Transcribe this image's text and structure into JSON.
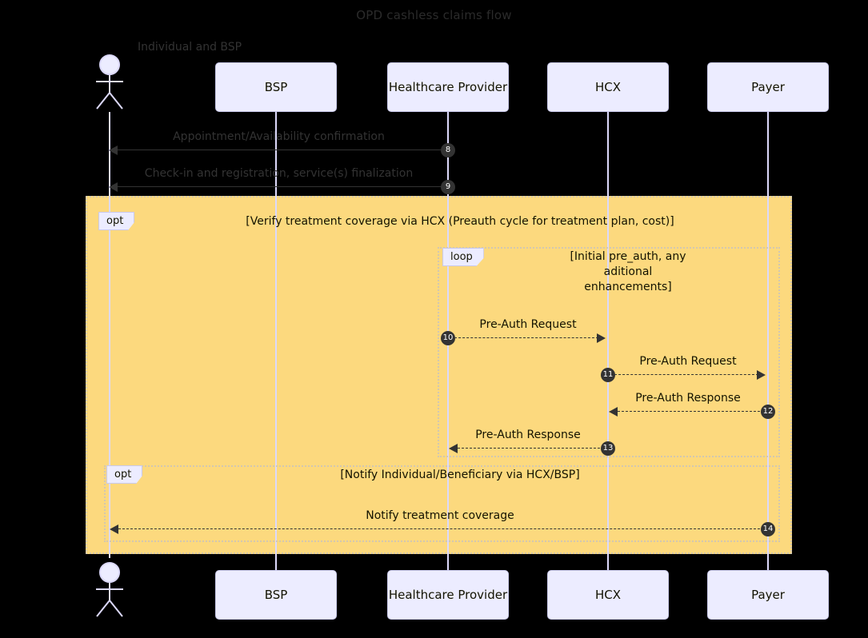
{
  "title": "OPD cashless claims flow",
  "actor": {
    "label": "Individual and BSP",
    "name": "individual-and-bsp"
  },
  "participants": [
    {
      "label": "BSP"
    },
    {
      "label": "Healthcare Provider"
    },
    {
      "label": "HCX"
    },
    {
      "label": "Payer"
    }
  ],
  "messages": [
    {
      "num": "8",
      "label": "Appointment/Availability confirmation"
    },
    {
      "num": "9",
      "label": "Check-in and registration, service(s) finalization"
    },
    {
      "num": "10",
      "label": "Pre-Auth Request"
    },
    {
      "num": "11",
      "label": "Pre-Auth Request"
    },
    {
      "num": "12",
      "label": "Pre-Auth Response"
    },
    {
      "num": "13",
      "label": "Pre-Auth Response"
    },
    {
      "num": "14",
      "label": "Notify treatment coverage"
    }
  ],
  "fragments": [
    {
      "kind": "opt",
      "condition": "[Verify treatment coverage via HCX (Preauth cycle for treatment plan, cost)]"
    },
    {
      "kind": "loop",
      "condition": "[Initial pre_auth, any\naditional\nenhancements]"
    },
    {
      "kind": "opt",
      "condition": "[Notify Individual/Beneficiary via HCX/BSP]"
    }
  ],
  "colors": {
    "background": "#000000",
    "participant_fill": "#ECECFF",
    "participant_stroke": "#C9C9EC",
    "lifeline": "#DCD9FB",
    "fragment_fill": "#FCD97E",
    "fragment_stroke": "#D2C7B0",
    "arrow": "#333333",
    "badge_fill": "#333333",
    "badge_text": "#FFFFFF"
  }
}
